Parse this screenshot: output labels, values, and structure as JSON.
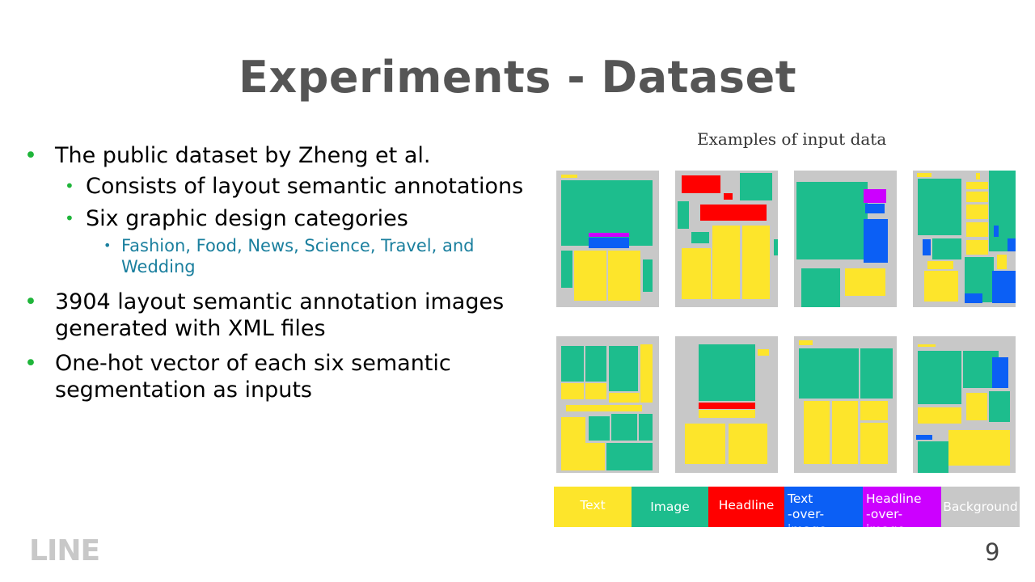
{
  "title": "Experiments - Dataset",
  "bullets": {
    "b1": "The public dataset by Zheng et al.",
    "b1_sub1": "Consists of layout semantic annotations",
    "b1_sub2": "Six graphic design categories",
    "b1_sub2_sub1": "Fashion, Food, News, Science, Travel, and",
    "b1_sub2_sub1_line2": "Wedding",
    "b2_line1": "3904 layout semantic annotation images",
    "b2_line2": "generated with XML files",
    "b3_line1": "One-hot vector of each six semantic",
    "b3_line2": "segmentation as inputs"
  },
  "figure": {
    "caption": "Examples of input data"
  },
  "legend": {
    "text": "Text",
    "image": "Image",
    "headline": "Headline",
    "text_over_image_1": "Text",
    "text_over_image_2": "-over-image",
    "headline_over_image_1": "Headline",
    "headline_over_image_2": "-over-image",
    "background": "Background"
  },
  "colors": {
    "text": "#fde52b",
    "image": "#1dbd8d",
    "headline": "#ff0000",
    "text_over_image": "#0b5ff5",
    "headline_over_image": "#cc00ff",
    "background": "#c8c8c8",
    "bullet": "#1fb53a",
    "sub_sub_text": "#1a7f9e"
  },
  "footer": {
    "logo": "LINE",
    "page_number": "9"
  }
}
